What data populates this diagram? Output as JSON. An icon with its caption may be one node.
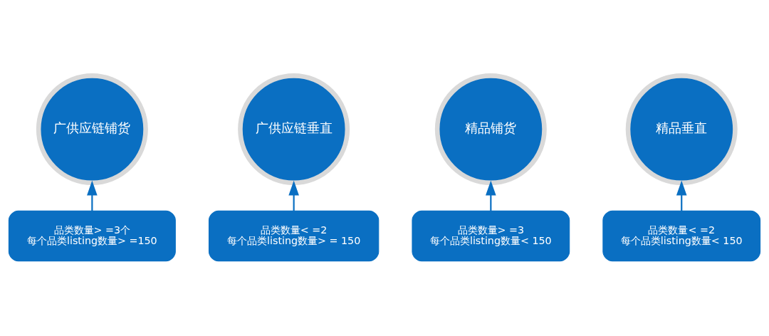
{
  "diagram": {
    "nodes": [
      {
        "text": [
          "广供应链铺货"
        ]
      },
      {
        "text": [
          "广供应链垂直"
        ]
      },
      {
        "text": [
          "精品铺货"
        ]
      },
      {
        "text": [
          "精品垂直"
        ]
      },
      {
        "text": [
          "品类数量> =3个",
          "每个品类listing数量> =150"
        ]
      },
      {
        "text": [
          "品类数量< =2",
          "每个品类listing数量> = 150"
        ]
      },
      {
        "text": [
          "品类数量> =3",
          "每个品类listing数量< 150"
        ]
      },
      {
        "text": [
          "品类数量< =2",
          "每个品类listing数量< 150"
        ]
      }
    ],
    "edges": [
      {
        "from": 4,
        "to": 0,
        "arrow": "to"
      },
      {
        "from": 5,
        "to": 1,
        "arrow": "to"
      },
      {
        "from": 6,
        "to": 2,
        "arrow": "to"
      },
      {
        "from": 7,
        "to": 3,
        "arrow": "to"
      }
    ]
  }
}
